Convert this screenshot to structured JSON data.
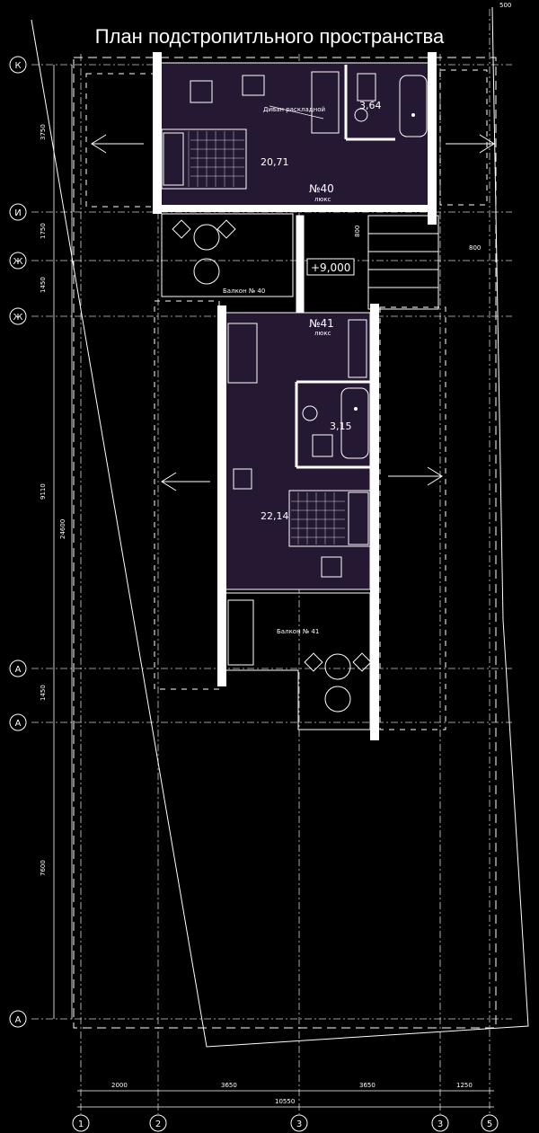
{
  "title": "План подстропитльного пространства",
  "axes_left": [
    "К",
    "И",
    "Ж",
    "Ж",
    "А",
    "А",
    "А"
  ],
  "axes_bottom": [
    "1",
    "2",
    "3",
    "3",
    "5"
  ],
  "dims_left": [
    "3750",
    "1750",
    "1450",
    "9110",
    "1450",
    "7600"
  ],
  "dim_total_left": "24600",
  "dims_bottom": [
    "2000",
    "3650",
    "3650",
    "1250"
  ],
  "dim_total_bottom": "10550",
  "dim_top": "500",
  "dim_stair_width": "800",
  "dim_stair_small": "800",
  "room40": {
    "number": "№40",
    "type": "люкс",
    "area": "20,71",
    "bath_area": "3,64",
    "sofa_label": "Диван раскладной",
    "balcony": "Балкон № 40"
  },
  "room41": {
    "number": "№41",
    "type": "люкс",
    "area": "22,14",
    "bath_area": "3,15",
    "balcony": "Балкон № 41"
  },
  "level": "+9,000",
  "colors": {
    "room_fill": "#241833",
    "line": "#ffffff",
    "axis": "#ffffff"
  }
}
